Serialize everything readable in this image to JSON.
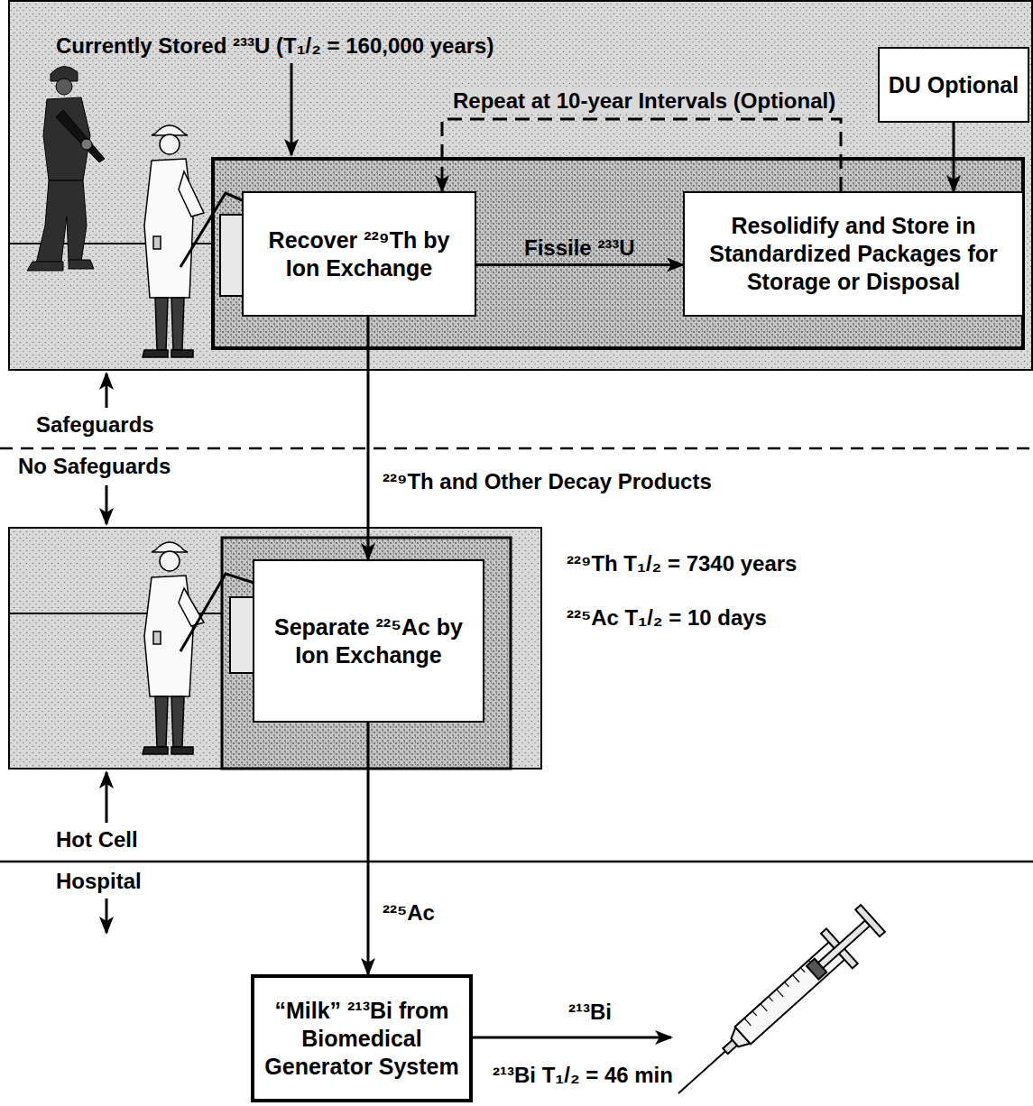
{
  "diagram": {
    "nodes": [
      {
        "text": [
          "Recover ²²⁹Th by Ion Exchange"
        ]
      },
      {
        "text": [
          "Resolidify and Store in Standardized Packages for Storage or Disposal"
        ]
      },
      {
        "text": [
          "DU Optional"
        ]
      },
      {
        "text": [
          "Separate ²²⁵Ac by Ion Exchange"
        ]
      },
      {
        "text": [
          "“Milk” ²¹³Bi from Biomedical Generator System"
        ]
      }
    ],
    "edges": [
      {
        "from": 0,
        "to": 1,
        "label": "Fissile ²³³U",
        "arrow": "to"
      },
      {
        "from": 2,
        "to": 1,
        "arrow": "to"
      },
      {
        "from": 1,
        "to": 0,
        "label": "Repeat at 10-year Intervals (Optional)",
        "arrow": "to"
      },
      {
        "from": 0,
        "to": 3,
        "label": "²²⁹Th and Other Decay Products",
        "arrow": "to"
      },
      {
        "from": 3,
        "to": 4,
        "label": "²²⁵Ac",
        "arrow": "to"
      }
    ],
    "labels": [
      "Currently Stored ²³³U (T₁/₂ = 160,000 years)",
      "Safeguards",
      "No Safeguards",
      "²²⁹Th T₁/₂ = 7340 years",
      "²²⁵Ac T₁/₂ = 10 days",
      "Hot Cell",
      "Hospital",
      "²¹³Bi",
      "²¹³Bi T₁/₂ = 46 min"
    ]
  }
}
